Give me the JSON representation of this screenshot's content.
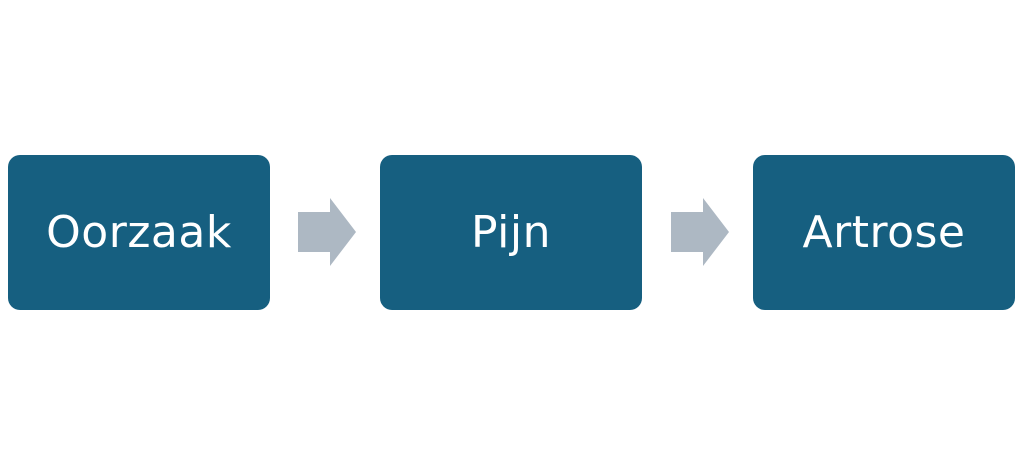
{
  "colors": {
    "box_fill": "#165F80",
    "arrow_fill": "#ADB8C3",
    "text": "#FFFFFF",
    "background": "#FFFFFF"
  },
  "flow": {
    "steps": [
      {
        "label": "Oorzaak"
      },
      {
        "label": "Pijn"
      },
      {
        "label": "Artrose"
      }
    ],
    "connectors": [
      {
        "icon": "arrow-right-icon"
      },
      {
        "icon": "arrow-right-icon"
      }
    ]
  }
}
